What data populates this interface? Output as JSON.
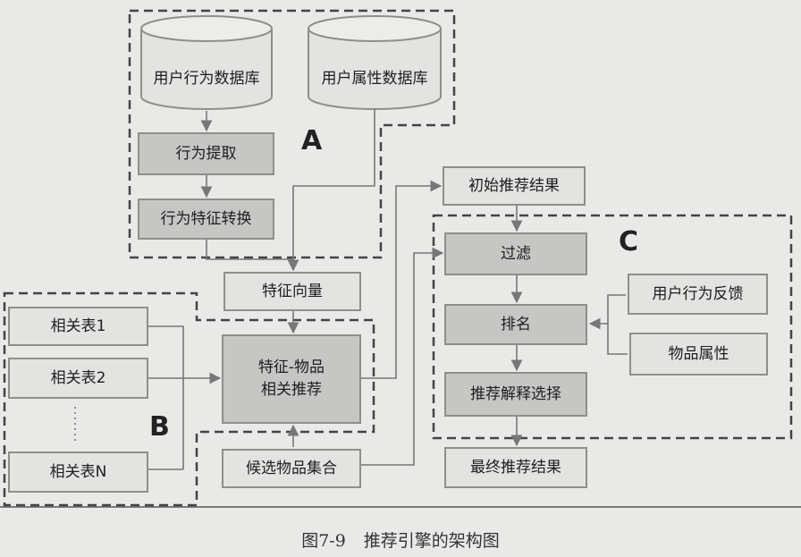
{
  "regions": {
    "a": "A",
    "b": "B",
    "c": "C"
  },
  "nodes": {
    "user_behavior_db": "用户行为数据库",
    "user_attribute_db": "用户属性数据库",
    "behavior_extraction": "行为提取",
    "behavior_feature_conversion": "行为特征转换",
    "feature_vector": "特征向量",
    "related_table_1": "相关表1",
    "related_table_2": "相关表2",
    "related_table_n": "相关表N",
    "feature_item_recommendation_line1": "特征-物品",
    "feature_item_recommendation_line2": "相关推荐",
    "candidate_item_set": "候选物品集合",
    "initial_results": "初始推荐结果",
    "filter": "过滤",
    "ranking": "排名",
    "explanation_selection": "推荐解释选择",
    "final_results": "最终推荐结果",
    "user_behavior_feedback": "用户行为反馈",
    "item_attributes": "物品属性"
  },
  "caption": {
    "number": "图7-9",
    "title": "推荐引擎的架构图"
  },
  "colors": {
    "box_dark": "#c6c6c4",
    "box_light": "#e3e3e1",
    "border": "#8e8e8c",
    "dash": "#444444",
    "line": "#777777"
  }
}
